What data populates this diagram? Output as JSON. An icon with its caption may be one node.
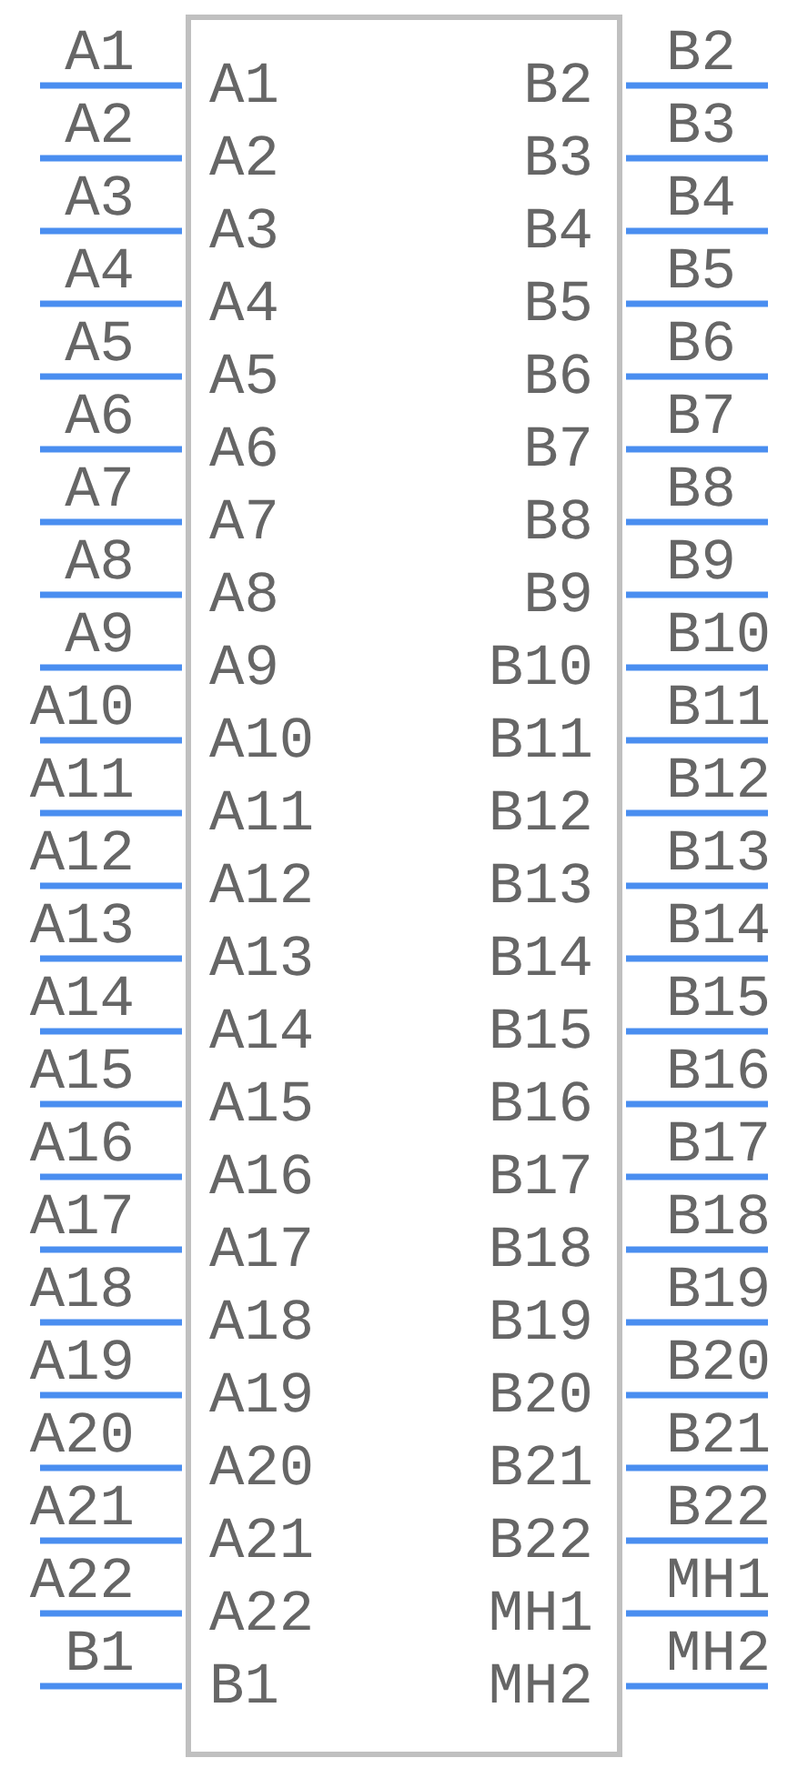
{
  "diagram": {
    "nodes": [
      {
        "text": [
          "A1",
          "B2",
          "A2",
          "B3",
          "A3",
          "B4",
          "A4",
          "B5",
          "A5",
          "B6",
          "A6",
          "B7",
          "A7",
          "B8",
          "A8",
          "B9",
          "A9",
          "B10",
          "A10",
          "B11",
          "A11",
          "B12",
          "A12",
          "B13",
          "A13",
          "B14",
          "A14",
          "B15",
          "A15",
          "B16",
          "A16",
          "B17",
          "A17",
          "B18",
          "A18",
          "B19",
          "A19",
          "B20",
          "A20",
          "B21",
          "A21",
          "B22",
          "A22",
          "MH1",
          "B1",
          "MH2"
        ]
      }
    ],
    "labels": [
      "A1",
      "B2",
      "A2",
      "B3",
      "A3",
      "B4",
      "A4",
      "B5",
      "A5",
      "B6",
      "A6",
      "B7",
      "A7",
      "B8",
      "A8",
      "B9",
      "A9",
      "B10",
      "A10",
      "B11",
      "A11",
      "B12",
      "A12",
      "B13",
      "A13",
      "B14",
      "A14",
      "B15",
      "A15",
      "B16",
      "A16",
      "B17",
      "A17",
      "B18",
      "A18",
      "B19",
      "A19",
      "B20",
      "A20",
      "B21",
      "A21",
      "B22",
      "A22",
      "MH1",
      "B1",
      "MH2"
    ]
  }
}
